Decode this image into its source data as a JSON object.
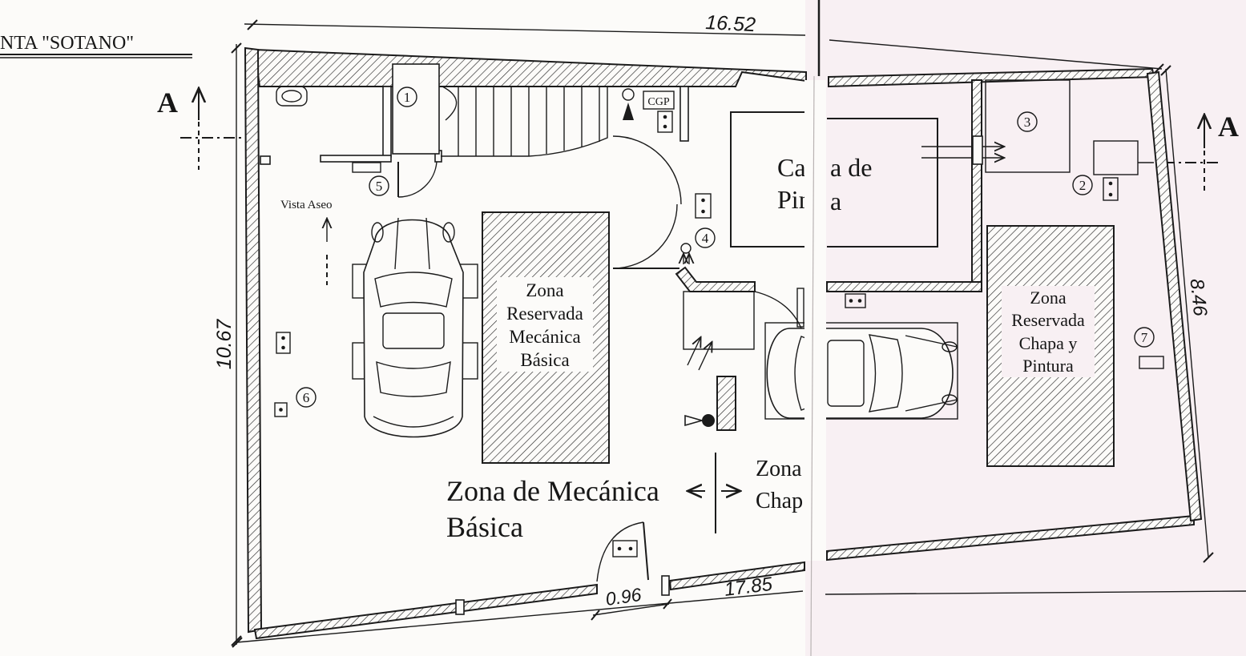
{
  "title": "NTA \"SOTANO\"",
  "section_marks": {
    "left": "A",
    "right": "A"
  },
  "dimensions": {
    "top": "16.52",
    "left": "10.67",
    "right": "8.46",
    "door": "0.96",
    "bottom": "17.85"
  },
  "labels": {
    "cgp": "CGP",
    "vista_aseo": "Vista Aseo",
    "cabina": {
      "line1_left": "Ca",
      "line1_right": "a de",
      "line2_left": "Pin",
      "line2_right": "a"
    },
    "zona_reservada_mecanica": [
      "Zona",
      "Reservada",
      "Mecánica",
      "Básica"
    ],
    "zona_mecanica": [
      "Zona de Mecánica",
      "Básica"
    ],
    "zona_chapa_partial": [
      "Zona",
      "Chap"
    ],
    "zona_reservada_chapa": [
      "Zona",
      "Reservada",
      "Chapa y",
      "Pintura"
    ]
  },
  "markers": [
    "1",
    "2",
    "3",
    "4",
    "5",
    "6",
    "7"
  ],
  "icons": [
    "sink-icon",
    "meter-icon",
    "socket-icon",
    "car-icon",
    "door-icon",
    "stairs-icon",
    "section-arrow-icon"
  ],
  "colors": {
    "paper": "#fcfbf9",
    "paper_right": "#f8f0f3",
    "ink": "#1b1b1b"
  }
}
